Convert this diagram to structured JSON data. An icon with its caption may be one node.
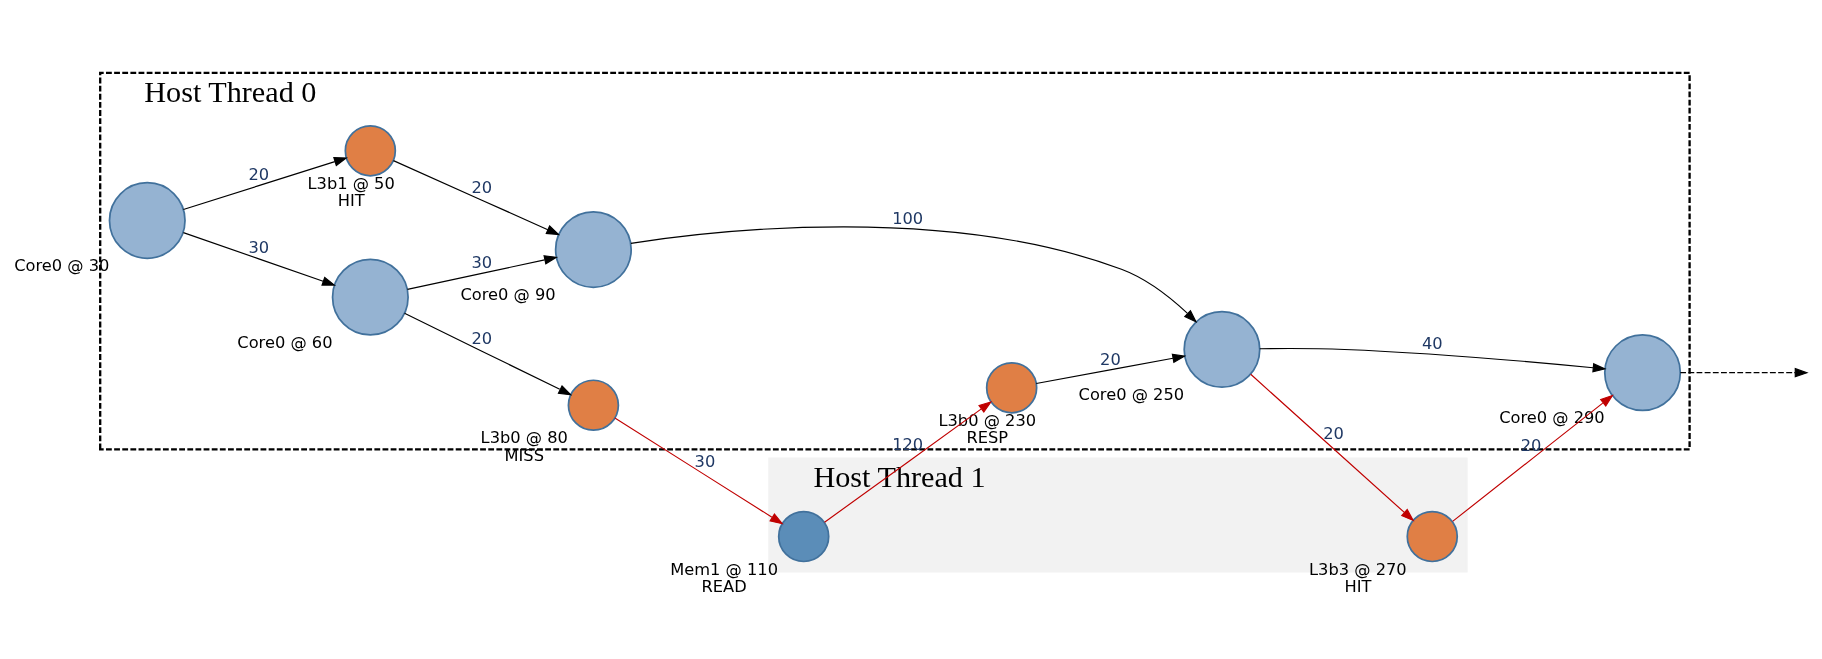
{
  "diagram": {
    "nodes": [
      {
        "text": [
          "Host Thread 1"
        ]
      },
      {
        "text": [],
        "shape": "circle",
        "in": 0,
        "beside": [
          "Mem1 @ 110",
          "READ"
        ]
      },
      {
        "text": [],
        "shape": "circle",
        "in": 0,
        "beside": [
          "L3b3 @ 270",
          "HIT"
        ]
      },
      {
        "text": [
          "Host Thread 0"
        ]
      },
      {
        "text": [],
        "shape": "circle",
        "in": 3,
        "beside": [
          "L3b1 @ 50",
          "HIT"
        ]
      },
      {
        "text": [],
        "shape": "circle",
        "in": 3,
        "beside": [
          "L3b0 @ 80",
          "MISS"
        ]
      },
      {
        "text": [],
        "shape": "circle",
        "in": 3,
        "beside": [
          "L3b0 @ 230",
          "RESP"
        ]
      },
      {
        "text": [],
        "shape": "circle",
        "in": 3,
        "beside": [
          "Core0 @ 30"
        ]
      },
      {
        "text": [],
        "shape": "circle",
        "in": 3,
        "beside": [
          "Core0 @ 60"
        ]
      },
      {
        "text": [],
        "shape": "circle",
        "in": 3,
        "beside": [
          "Core0 @ 90"
        ]
      },
      {
        "text": [],
        "shape": "circle",
        "in": 3,
        "beside": [
          "Core0 @ 250"
        ]
      },
      {
        "text": [],
        "shape": "circle",
        "in": 3,
        "beside": [
          "Core0 @ 290"
        ]
      }
    ],
    "edges": [
      {
        "from": 7,
        "to": 4,
        "arrow": "to",
        "label": "20"
      },
      {
        "from": 4,
        "to": 9,
        "arrow": "to",
        "label": "20"
      },
      {
        "from": 7,
        "to": 8,
        "arrow": "to",
        "label": "30"
      },
      {
        "from": 8,
        "to": 5,
        "arrow": "to",
        "label": "20"
      },
      {
        "from": 5,
        "to": 1,
        "arrow": "to",
        "label": "30",
        "color": "#c00000"
      },
      {
        "from": 1,
        "to": 6,
        "arrow": "to",
        "label": "120",
        "color": "#c00000"
      },
      {
        "from": 8,
        "to": 9,
        "arrow": "to",
        "label": "30"
      },
      {
        "from": 9,
        "to": 10,
        "arrow": "to",
        "label": "100"
      },
      {
        "from": 6,
        "to": 10,
        "arrow": "to",
        "label": "20"
      },
      {
        "from": 10,
        "to": 2,
        "arrow": "to",
        "label": "20",
        "color": "#c00000"
      },
      {
        "from": 2,
        "to": 11,
        "arrow": "to",
        "label": "20",
        "color": "#c00000"
      },
      {
        "from": 10,
        "to": 11,
        "arrow": "to",
        "label": "40"
      },
      {
        "from": 11,
        "to": null,
        "arrow": "to",
        "style": "dashed"
      }
    ]
  }
}
